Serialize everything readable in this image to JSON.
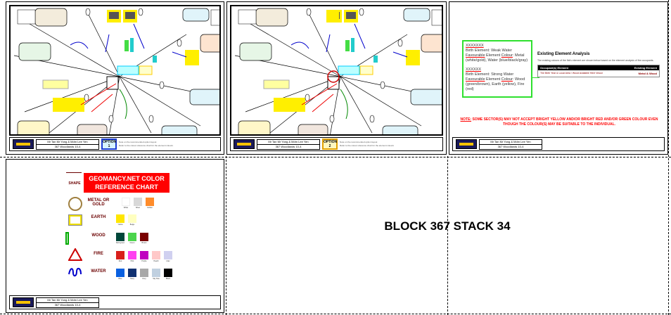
{
  "footer": {
    "names": "Mr Tan Mr Yong & Mdm Lee Yen",
    "address": "367 Woodlands 10-4",
    "note_line1": "Note on the recommended option layout",
    "note_line2": "Refer to the colour reference chart for the element colours"
  },
  "pages": [
    {
      "option_label": "OPTION",
      "option_number": "1"
    },
    {
      "option_label": "OPTION",
      "option_number": "2"
    }
  ],
  "analysis": {
    "box1": {
      "code": "XXXXXXX",
      "birth": "Birth Element: Weak Water",
      "fav_label": "Favourable",
      "elem_label": " Element ",
      "colour_label": "Colour",
      "colour_value": ": Metal (white/gold), Water (blue/black/gray)"
    },
    "box2": {
      "code": "XXXXXX",
      "birth": "Birth Element: Strong Water",
      "fav_label": "Favourable",
      "elem_label": " Element ",
      "colour_label": "Colour",
      "colour_value": ": Wood (green/brown), Earth (yellow), Fire (red)"
    },
    "title": "Existing Element Analysis",
    "description": "The existing colours of the flat's element are shown below based on the element analysis of the occupants.",
    "table_headers": [
      "Occupant(s) Element",
      "Existing Element"
    ],
    "table_row": {
      "occupant": "The Birth Year & Local Area / Wood Available Here Wood",
      "existing": "Metal & Wood"
    },
    "note_prefix": "NOTE:",
    "note": " SOME SECTOR(S) MAY NOT ACCEPT BRIGHT YELLOW AND/OR BRIGHT RED AND/OR GREEN COLOUR EVEN THOUGH THE COLOUR(S) MAY BE SUITABLE TO THE INDIVIDUAL."
  },
  "color_chart": {
    "title_line1": "GEOMANCY.NET COLOR",
    "title_line2": "REFERENCE CHART",
    "shape_label": "SHAPE",
    "rows": [
      {
        "element": "METAL OR GOLD",
        "swatches": [
          {
            "color": "#ffffff",
            "name": "White"
          },
          {
            "color": "#d8d8d8",
            "name": "Silver"
          },
          {
            "color": "#ff8c2a",
            "name": "Golden"
          }
        ]
      },
      {
        "element": "EARTH",
        "swatches": [
          {
            "color": "#ffe600",
            "name": "Yellow"
          },
          {
            "color": "#ffffc0",
            "name": "Beige"
          }
        ]
      },
      {
        "element": "WOOD",
        "swatches": [
          {
            "color": "#00473a",
            "name": "Dark green"
          },
          {
            "color": "#4cd44c",
            "name": "Green"
          },
          {
            "color": "#7a0000",
            "name": "Brown"
          }
        ]
      },
      {
        "element": "FIRE",
        "swatches": [
          {
            "color": "#d8201c",
            "name": "Red"
          },
          {
            "color": "#ff40f0",
            "name": "Pink"
          },
          {
            "color": "#c000c0",
            "name": "Purple"
          },
          {
            "color": "#ffc8c8",
            "name": "Peach"
          },
          {
            "color": "#d0d0f0",
            "name": "Lilac"
          }
        ]
      },
      {
        "element": "WATER",
        "swatches": [
          {
            "color": "#0a60e0",
            "name": "Blue"
          },
          {
            "color": "#103070",
            "name": "Navy"
          },
          {
            "color": "#a8a8a8",
            "name": "Grey"
          },
          {
            "color": "#c0d0e0",
            "name": "Sky blue"
          },
          {
            "color": "#000000",
            "name": "Black"
          }
        ]
      }
    ]
  },
  "block_title": "BLOCK 367 STACK 34"
}
